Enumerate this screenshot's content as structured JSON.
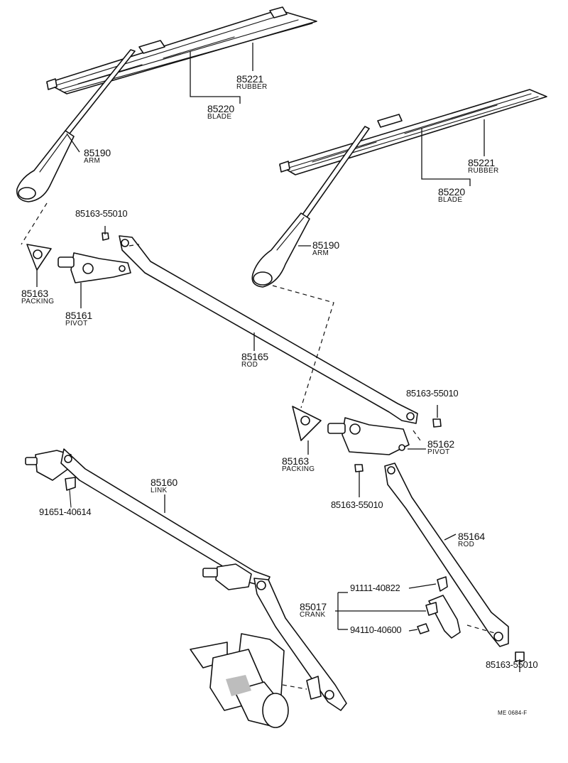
{
  "parts": {
    "rubber_left": {
      "number": "85221",
      "name": "RUBBER"
    },
    "blade_left": {
      "number": "85220",
      "name": "BLADE"
    },
    "arm_left": {
      "number": "85190",
      "name": "ARM"
    },
    "nut_left": {
      "number": "85163-55010"
    },
    "packing_left": {
      "number": "85163",
      "name": "PACKING"
    },
    "pivot_left": {
      "number": "85161",
      "name": "PIVOT"
    },
    "rubber_right": {
      "number": "85221",
      "name": "RUBBER"
    },
    "blade_right": {
      "number": "85220",
      "name": "BLADE"
    },
    "arm_right": {
      "number": "85190",
      "name": "ARM"
    },
    "rod_main": {
      "number": "85165",
      "name": "ROD"
    },
    "nut_right_upper": {
      "number": "85163-55010"
    },
    "packing_right": {
      "number": "85163",
      "name": "PACKING"
    },
    "pivot_right": {
      "number": "85162",
      "name": "PIVOT"
    },
    "nut_right_middle": {
      "number": "85163-55010"
    },
    "link": {
      "number": "85160",
      "name": "LINK"
    },
    "bolt_link": {
      "number": "91651-40614"
    },
    "rod_lower": {
      "number": "85164",
      "name": "ROD"
    },
    "crank": {
      "number": "85017",
      "name": "CRANK"
    },
    "crank_bolt": {
      "number": "91111-40822"
    },
    "crank_nut": {
      "number": "94110-40600"
    },
    "nut_lower": {
      "number": "85163-55010"
    }
  },
  "figure_ref": "ME 0684-F"
}
